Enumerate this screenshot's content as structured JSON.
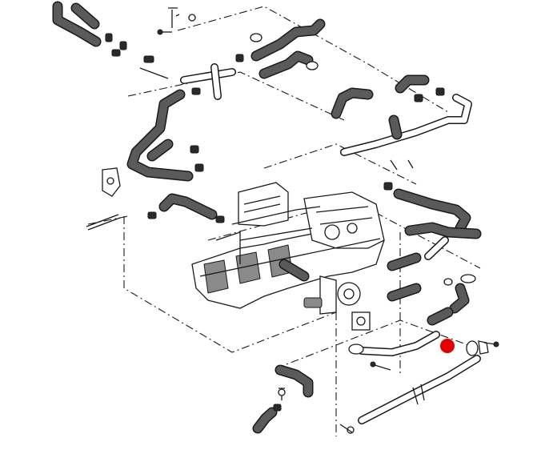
{
  "diagram": {
    "kind": "exploded-parts-drawing",
    "subject": "engine-hose-and-pipe-assembly",
    "line_color": "#1a1a1a",
    "background": "#ffffff",
    "marker": {
      "shape": "dot",
      "color": "#e00000"
    }
  }
}
